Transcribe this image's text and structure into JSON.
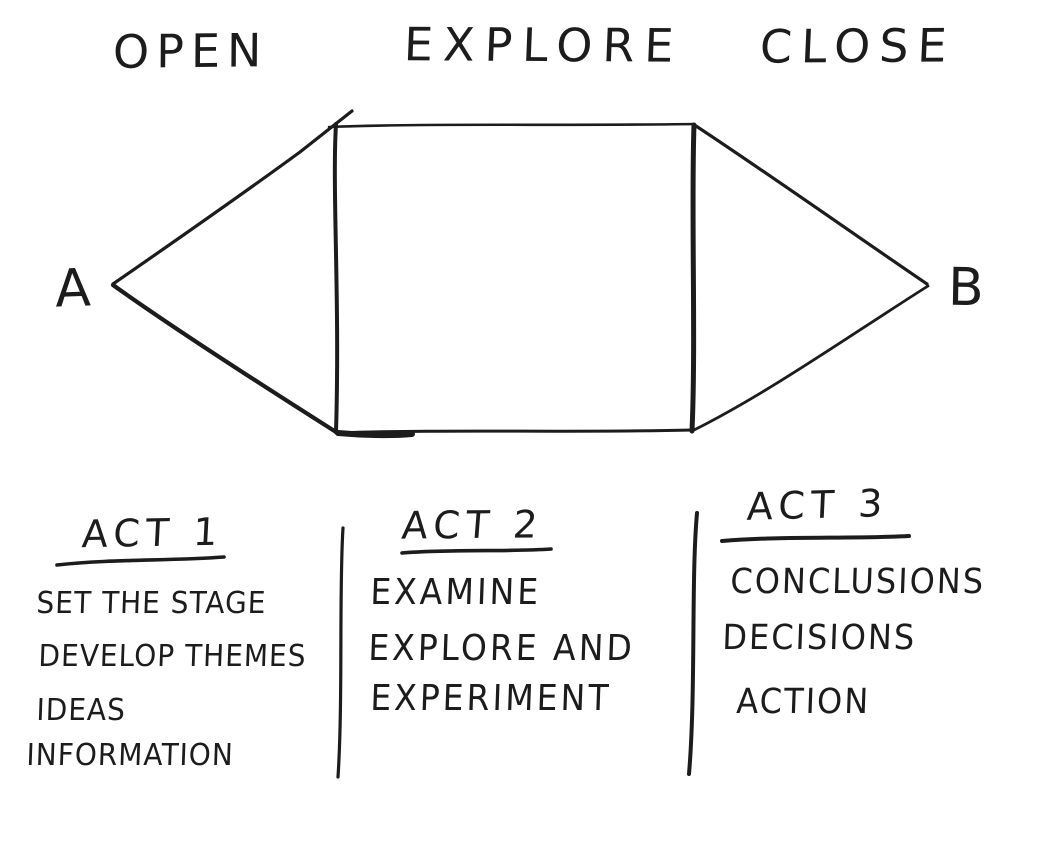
{
  "diagram": {
    "phases": [
      {
        "label": "OPEN"
      },
      {
        "label": "EXPLORE"
      },
      {
        "label": "CLOSE"
      }
    ],
    "endpoints": {
      "start": "A",
      "end": "B"
    },
    "acts": [
      {
        "title": "ACT 1",
        "items": [
          "SET THE STAGE",
          "DEVELOP THEMES",
          "IDEAS",
          "INFORMATION"
        ]
      },
      {
        "title": "ACT 2",
        "items": [
          "EXAMINE",
          "EXPLORE AND",
          "EXPERIMENT"
        ]
      },
      {
        "title": "ACT 3",
        "items": [
          "CONCLUSIONS",
          "DECISIONS",
          "ACTION"
        ]
      }
    ],
    "colors": {
      "ink": "#1c1c1c",
      "background": "#ffffff"
    }
  }
}
